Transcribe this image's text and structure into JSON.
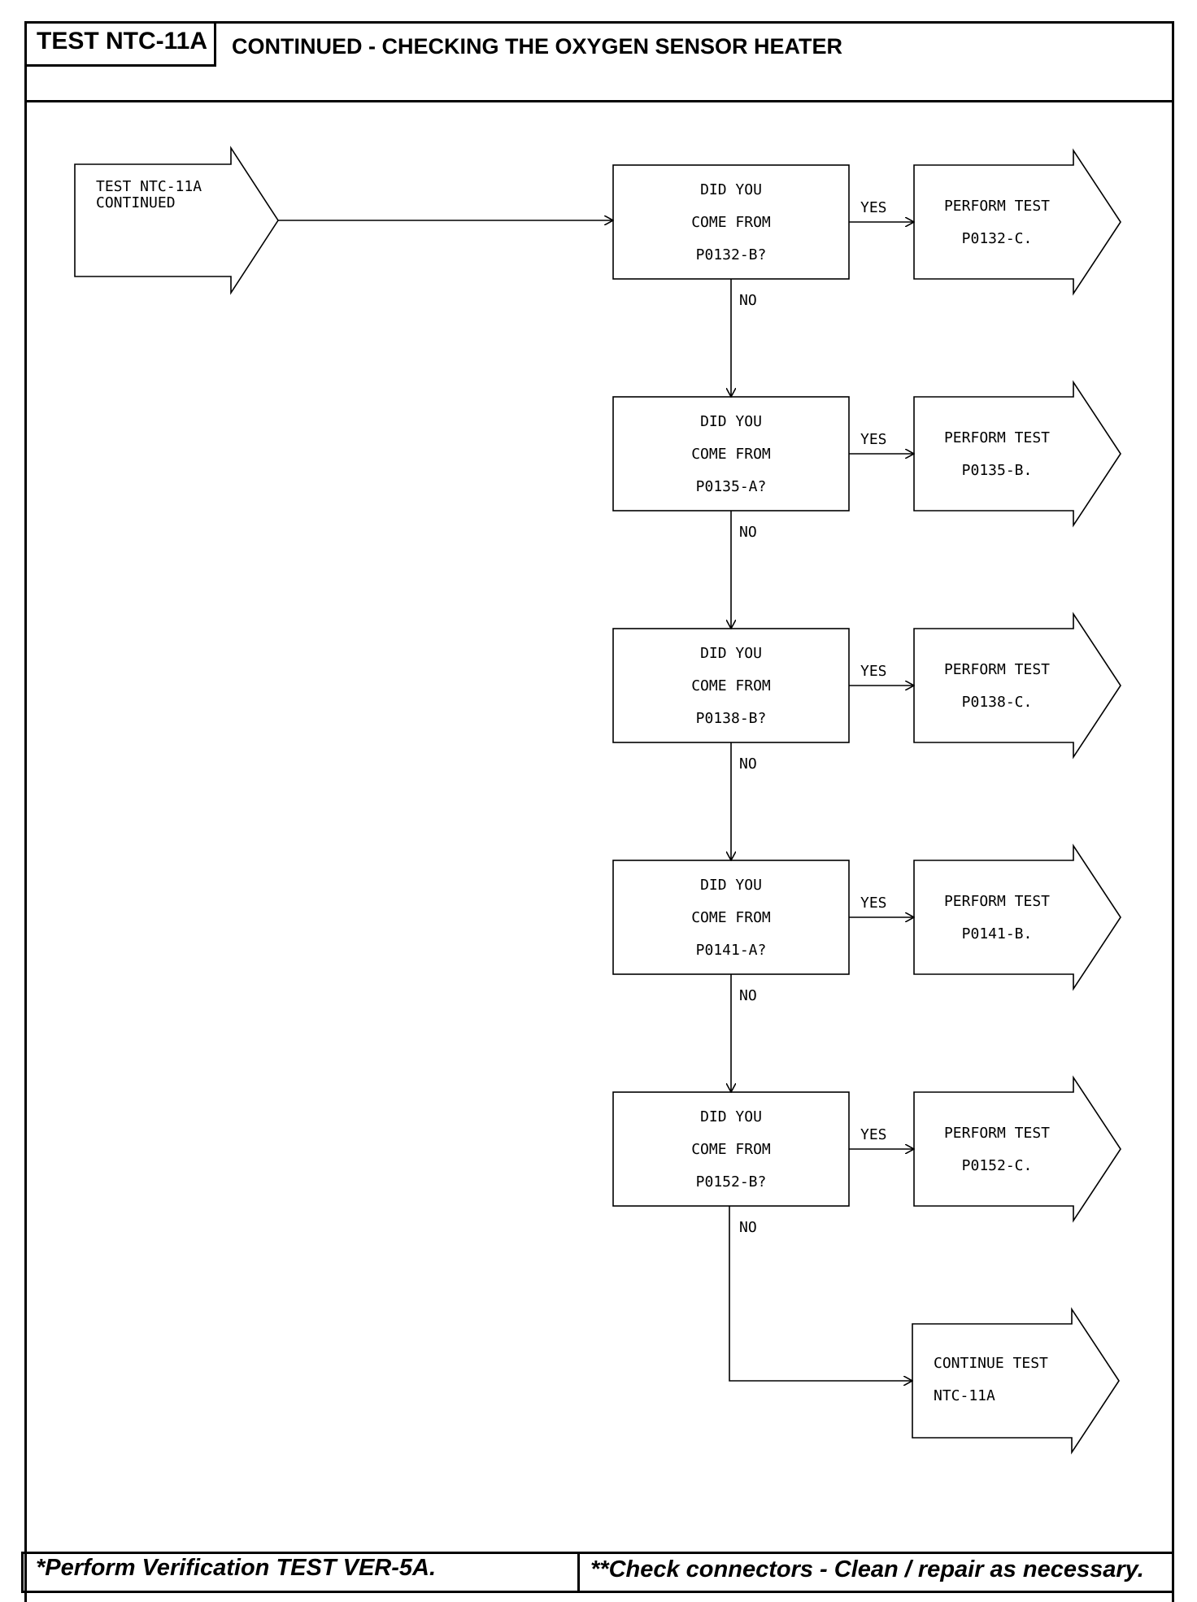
{
  "header": {
    "test_id": "TEST NTC-11A",
    "title": "CONTINUED - CHECKING THE OXYGEN SENSOR HEATER"
  },
  "start": {
    "lines": [
      "TEST NTC-11A",
      "CONTINUED"
    ]
  },
  "decisions": [
    {
      "lines": [
        "DID YOU",
        "COME FROM",
        "P0132-B?"
      ],
      "yes_label": "YES",
      "no_label": "NO",
      "action": [
        "PERFORM TEST",
        "P0132-C."
      ]
    },
    {
      "lines": [
        "DID YOU",
        "COME FROM",
        "P0135-A?"
      ],
      "yes_label": "YES",
      "no_label": "NO",
      "action": [
        "PERFORM TEST",
        "P0135-B."
      ]
    },
    {
      "lines": [
        "DID YOU",
        "COME FROM",
        "P0138-B?"
      ],
      "yes_label": "YES",
      "no_label": "NO",
      "action": [
        "PERFORM TEST",
        "P0138-C."
      ]
    },
    {
      "lines": [
        "DID YOU",
        "COME FROM",
        "P0141-A?"
      ],
      "yes_label": "YES",
      "no_label": "NO",
      "action": [
        "PERFORM TEST",
        "P0141-B."
      ]
    },
    {
      "lines": [
        "DID YOU",
        "COME FROM",
        "P0152-B?"
      ],
      "yes_label": "YES",
      "no_label": "NO",
      "action": [
        "PERFORM TEST",
        "P0152-C."
      ]
    }
  ],
  "final": {
    "lines": [
      "CONTINUE TEST",
      "NTC-11A"
    ]
  },
  "footer": {
    "left": "*Perform Verification TEST VER-5A.",
    "right": "**Check connectors - Clean / repair as necessary."
  }
}
